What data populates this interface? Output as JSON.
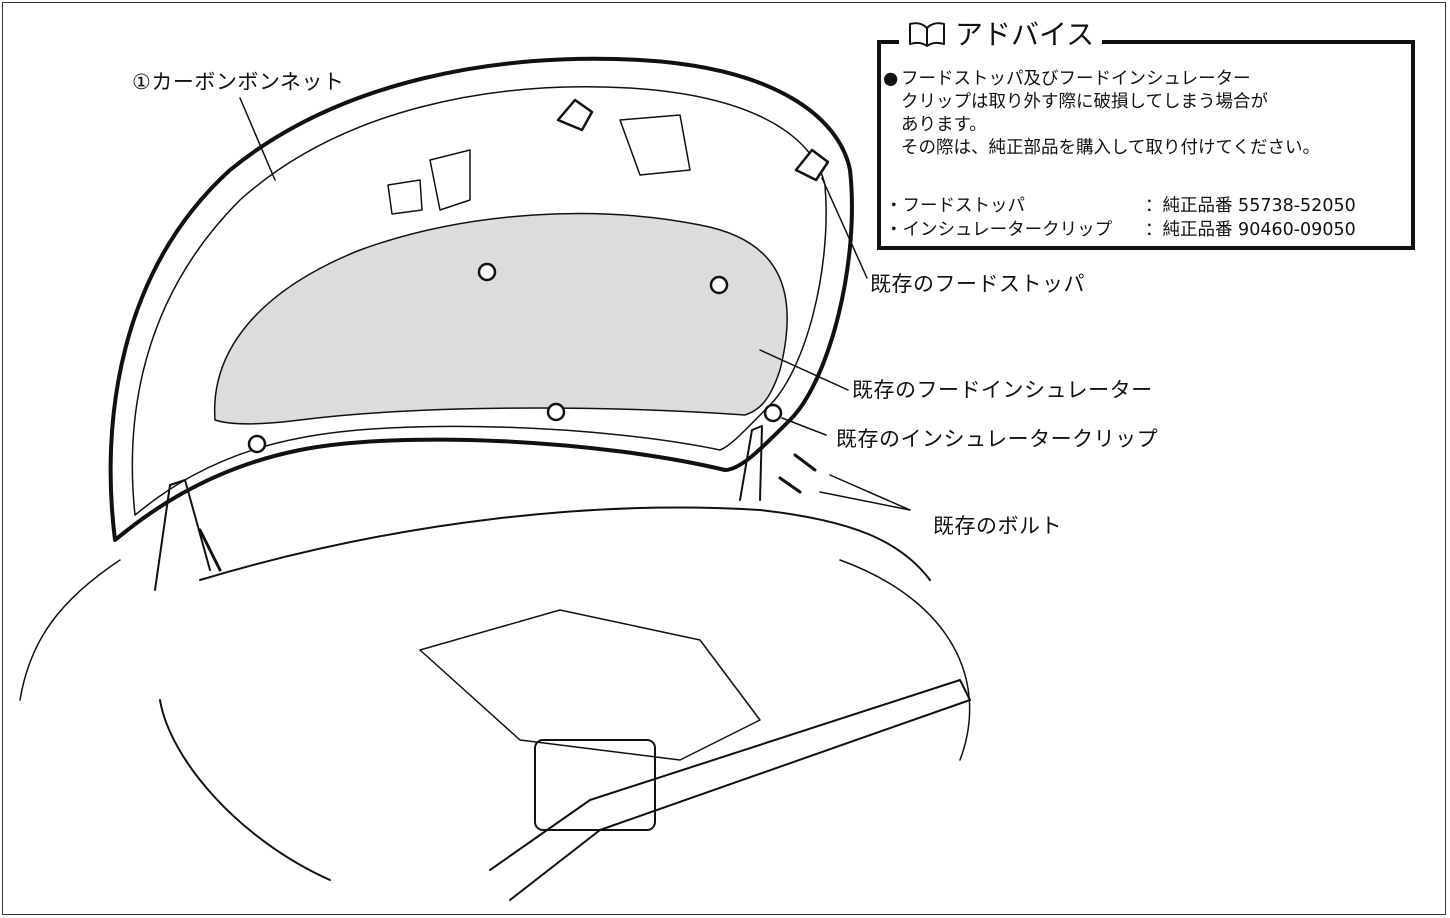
{
  "callouts": {
    "carbon_bonnet": "①カーボンボンネット",
    "hood_stopper": "既存のフードストッパ",
    "hood_insulator": "既存のフードインシュレーター",
    "insulator_clip": "既存のインシュレータークリップ",
    "bolts": "既存のボルト"
  },
  "advice": {
    "title": "アドバイス",
    "icon": "open-book-icon",
    "bullet": "●",
    "line1": "フードストッパ及びフードインシュレーター",
    "line2": "クリップは取り外す際に破損してしまう場合が\nあります。\nその際は、純正部品を購入して取り付けてください。",
    "parts": [
      {
        "name": "・フードストッパ",
        "pn": "：純正品番 55738-52050"
      },
      {
        "name": "・インシュレータークリップ",
        "pn": "：純正品番 90460-09050"
      }
    ]
  }
}
